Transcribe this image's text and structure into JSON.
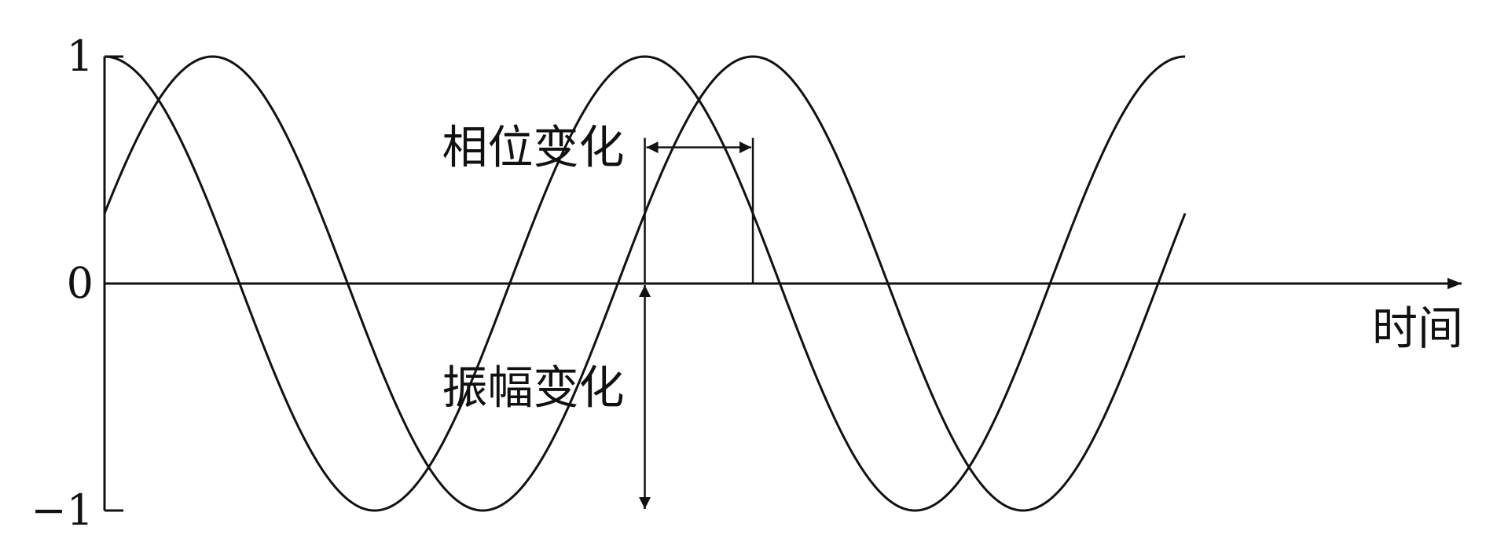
{
  "chart_data": {
    "type": "line",
    "xlabel": "时间",
    "ylabel": "",
    "title": "",
    "xlim": [
      0,
      9
    ],
    "ylim": [
      -1,
      1
    ],
    "y_ticks": [
      {
        "value": 1,
        "label": "1"
      },
      {
        "value": 0,
        "label": "0"
      },
      {
        "value": -1,
        "label": "−1"
      }
    ],
    "series": [
      {
        "amplitude": 1.0,
        "period": 4.0,
        "phase_peak_x": 0.0,
        "x_range": [
          0,
          8.0
        ]
      },
      {
        "amplitude": 1.0,
        "period": 4.0,
        "phase_peak_x": 0.8,
        "x_range": [
          0,
          8.0
        ]
      }
    ],
    "annotations": [
      {
        "label": "相位变化",
        "kind": "phase",
        "x_from": 4.0,
        "x_to": 4.8,
        "y": 0.6
      },
      {
        "label": "振幅变化",
        "kind": "amplitude",
        "x": 4.0,
        "y_from": 0,
        "y_to": -1
      }
    ],
    "grid": false,
    "legend": "none"
  },
  "colors": {
    "ink": "#111111",
    "background": "#ffffff"
  }
}
